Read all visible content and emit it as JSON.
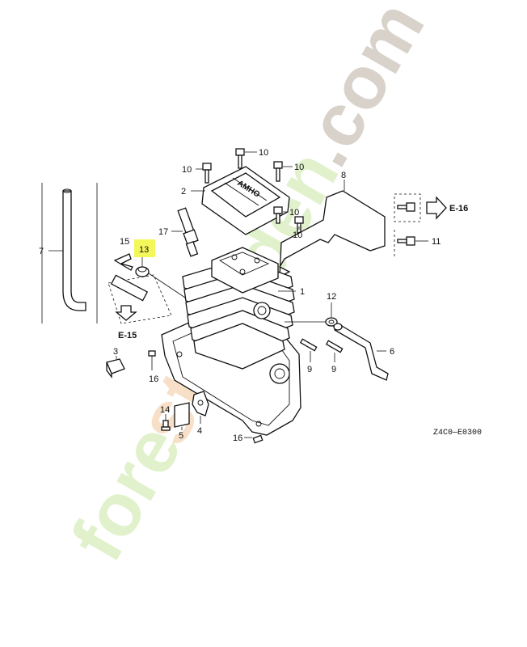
{
  "diagram": {
    "drawing_code": "Z4C0—E0300",
    "highlight_color": "#f4f75a",
    "callouts": [
      {
        "id": "1",
        "label": "1"
      },
      {
        "id": "2",
        "label": "2"
      },
      {
        "id": "3",
        "label": "3"
      },
      {
        "id": "4",
        "label": "4"
      },
      {
        "id": "5",
        "label": "5"
      },
      {
        "id": "6",
        "label": "6"
      },
      {
        "id": "7",
        "label": "7"
      },
      {
        "id": "8",
        "label": "8"
      },
      {
        "id": "9a",
        "label": "9"
      },
      {
        "id": "9b",
        "label": "9"
      },
      {
        "id": "10a",
        "label": "10"
      },
      {
        "id": "10b",
        "label": "10"
      },
      {
        "id": "10c",
        "label": "10"
      },
      {
        "id": "10d",
        "label": "10"
      },
      {
        "id": "10e",
        "label": "10"
      },
      {
        "id": "11",
        "label": "11"
      },
      {
        "id": "12",
        "label": "12"
      },
      {
        "id": "13",
        "label": "13",
        "highlighted": true
      },
      {
        "id": "14",
        "label": "14"
      },
      {
        "id": "15",
        "label": "15"
      },
      {
        "id": "16a",
        "label": "16"
      },
      {
        "id": "16b",
        "label": "16"
      },
      {
        "id": "17",
        "label": "17"
      }
    ],
    "references": {
      "e15": "E-15",
      "e16": "E-16"
    }
  },
  "watermark": {
    "part1": "fore",
    "part2": "st",
    "part3": "garden",
    "part4": ".com"
  }
}
